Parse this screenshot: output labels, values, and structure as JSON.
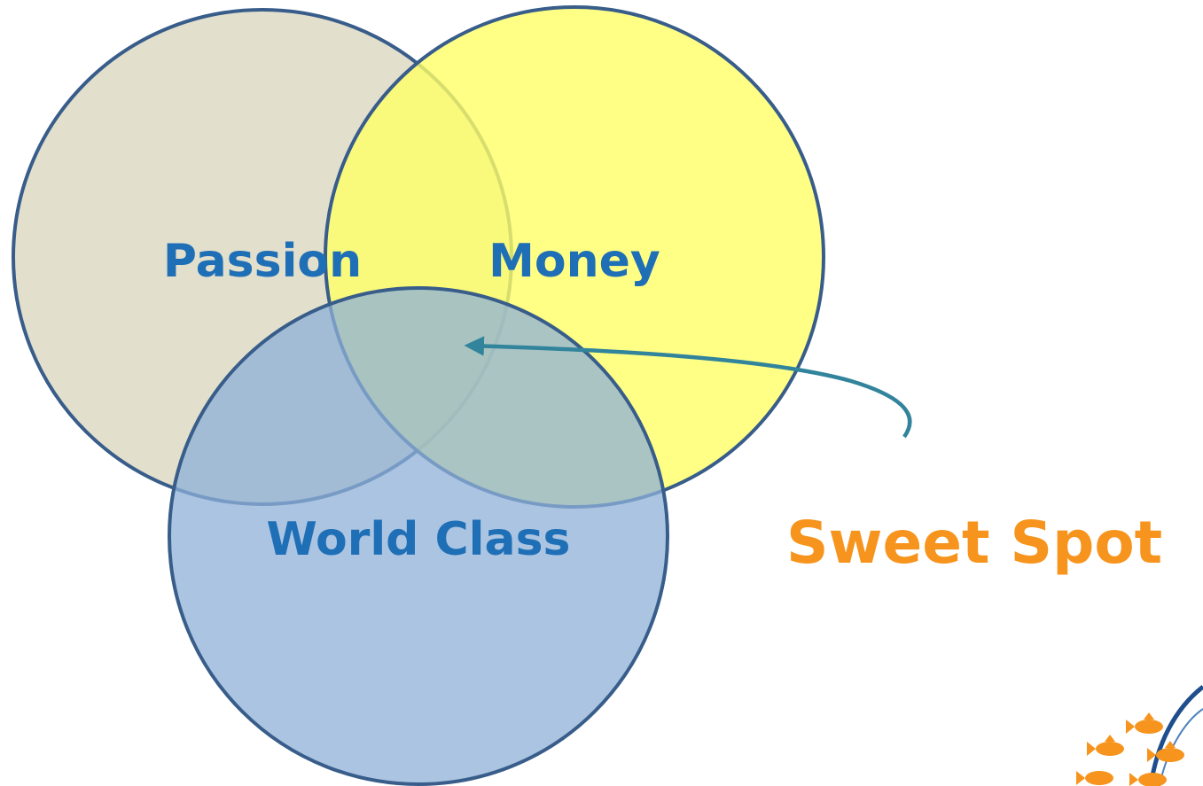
{
  "circles": [
    {
      "label": "Passion",
      "fill": "#ddd9c4",
      "stroke": "#385d8a"
    },
    {
      "label": "Money",
      "fill": "#ffff80",
      "stroke": "#385d8a"
    },
    {
      "label": "World Class",
      "fill": "#95b3d7",
      "stroke": "#385d8a"
    }
  ],
  "callout": {
    "label": "Sweet Spot",
    "color": "#f7941d",
    "arrow_color": "#31849b"
  },
  "label_color": "#1f6fb6",
  "logo": {
    "icon": "fish-school-logo",
    "fish_color": "#f7941d",
    "swoosh_color": "#1f4e8c"
  }
}
